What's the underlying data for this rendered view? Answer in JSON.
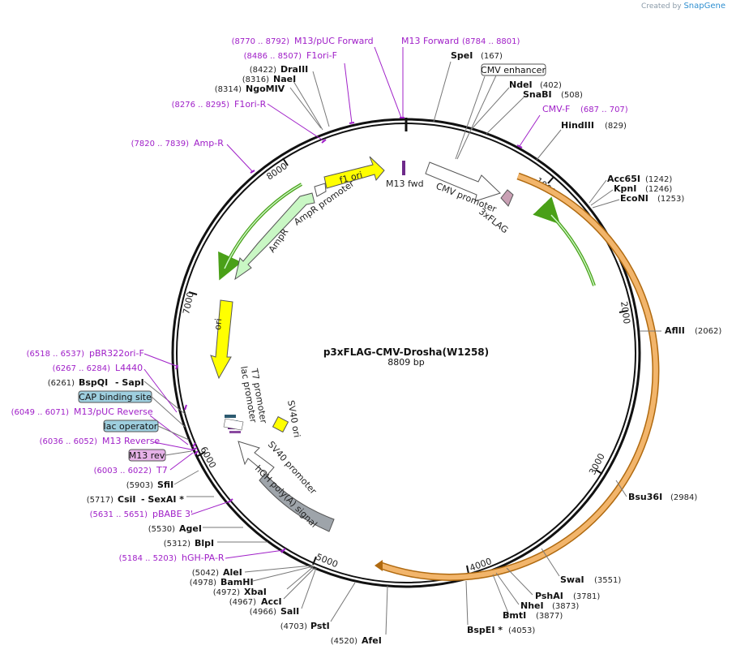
{
  "credit": {
    "created_by": "Created by",
    "brand": "SnapGene"
  },
  "plasmid": {
    "name": "p3xFLAG-CMV-Drosha(W1258)",
    "length_label": "8809 bp"
  },
  "enzymes": [
    {
      "name": "SpeI",
      "pos": "(167)"
    },
    {
      "name": "NdeI",
      "pos": "(402)"
    },
    {
      "name": "SnaBI",
      "pos": "(508)"
    },
    {
      "name": "HindIII",
      "pos": "(829)"
    },
    {
      "name": "Acc65I",
      "pos": "(1242)"
    },
    {
      "name": "KpnI",
      "pos": "(1246)"
    },
    {
      "name": "EcoNI",
      "pos": "(1253)"
    },
    {
      "name": "AflII",
      "pos": "(2062)"
    },
    {
      "name": "Bsu36I",
      "pos": "(2984)"
    },
    {
      "name": "SwaI",
      "pos": "(3551)"
    },
    {
      "name": "PshAI",
      "pos": "(3781)"
    },
    {
      "name": "NheI",
      "pos": "(3873)"
    },
    {
      "name": "BmtI",
      "pos": "(3877)"
    },
    {
      "name": "BspEI *",
      "pos": "(4053)"
    },
    {
      "name": "AfeI",
      "pos": "(4520)"
    },
    {
      "name": "PstI",
      "pos": "(4703)"
    },
    {
      "name": "SalI",
      "pos": "(4966)"
    },
    {
      "name": "AccI",
      "pos": "(4967)"
    },
    {
      "name": "XbaI",
      "pos": "(4972)"
    },
    {
      "name": "BamHI",
      "pos": "(4978)"
    },
    {
      "name": "AleI",
      "pos": "(5042)"
    },
    {
      "name": "BlpI",
      "pos": "(5312)"
    },
    {
      "name": "AgeI",
      "pos": "(5530)"
    },
    {
      "name": "CsiI",
      "pos": "(5717)"
    },
    {
      "name": "- SexAI *",
      "pos": ""
    },
    {
      "name": "SfiI",
      "pos": "(5903)"
    },
    {
      "name": "BspQI",
      "pos": "(6261)"
    },
    {
      "name": "- SapI",
      "pos": ""
    },
    {
      "name": "NgoMIV",
      "pos": "(8314)"
    },
    {
      "name": "NaeI",
      "pos": "(8316)"
    },
    {
      "name": "DraIII",
      "pos": "(8422)"
    }
  ],
  "primers": [
    {
      "name": "M13/pUC Forward",
      "pos": "(8770 .. 8792)"
    },
    {
      "name": "M13 Forward",
      "pos": "(8784 .. 8801)"
    },
    {
      "name": "F1ori-F",
      "pos": "(8486 .. 8507)"
    },
    {
      "name": "F1ori-R",
      "pos": "(8276 .. 8295)"
    },
    {
      "name": "Amp-R",
      "pos": "(7820 .. 7839)"
    },
    {
      "name": "CMV-F",
      "pos": "(687 .. 707)"
    },
    {
      "name": "pBR322ori-F",
      "pos": "(6518 .. 6537)"
    },
    {
      "name": "L4440",
      "pos": "(6267 .. 6284)"
    },
    {
      "name": "M13/pUC Reverse",
      "pos": "(6049 .. 6071)"
    },
    {
      "name": "M13 Reverse",
      "pos": "(6036 .. 6052)"
    },
    {
      "name": "T7",
      "pos": "(6003 .. 6022)"
    },
    {
      "name": "pBABE 3'",
      "pos": "(5631 .. 5651)"
    },
    {
      "name": "hGH-PA-R",
      "pos": "(5184 .. 5203)"
    }
  ],
  "boxed_features": [
    "CMV enhancer",
    "CAP binding site",
    "lac operator",
    "M13 rev"
  ],
  "ticks": [
    "1000",
    "2000",
    "3000",
    "4000",
    "5000",
    "6000",
    "7000",
    "8000"
  ],
  "features": [
    "f1 ori",
    "M13 fwd",
    "CMV promoter",
    "3xFLAG",
    "AmpR promoter",
    "AmpR",
    "ori",
    "T7 promoter",
    "lac promoter",
    "SV40 ori",
    "SV40 promoter",
    "hGH poly(A) signal"
  ],
  "colors": {
    "primer": "#a020c8",
    "backbone": "#111111",
    "orf": "#f2b56b",
    "yellow": "#ffff00",
    "ampr": "#c9f7c4",
    "promoter": "#ffffff",
    "grey": "#9ea4aa",
    "flag": "#c9a0b4",
    "green_arrow": "#4aa018"
  }
}
